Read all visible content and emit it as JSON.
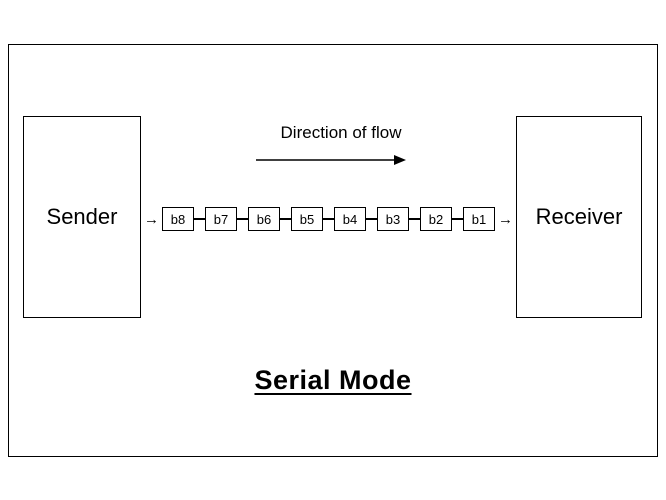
{
  "diagram": {
    "sender_label": "Sender",
    "receiver_label": "Receiver",
    "flow_label": "Direction of flow",
    "title": "Serial Mode",
    "bits": [
      "b8",
      "b7",
      "b6",
      "b5",
      "b4",
      "b3",
      "b2",
      "b1"
    ],
    "arrow_glyph": "→"
  },
  "colors": {
    "ink": "#000000",
    "background": "#ffffff"
  }
}
